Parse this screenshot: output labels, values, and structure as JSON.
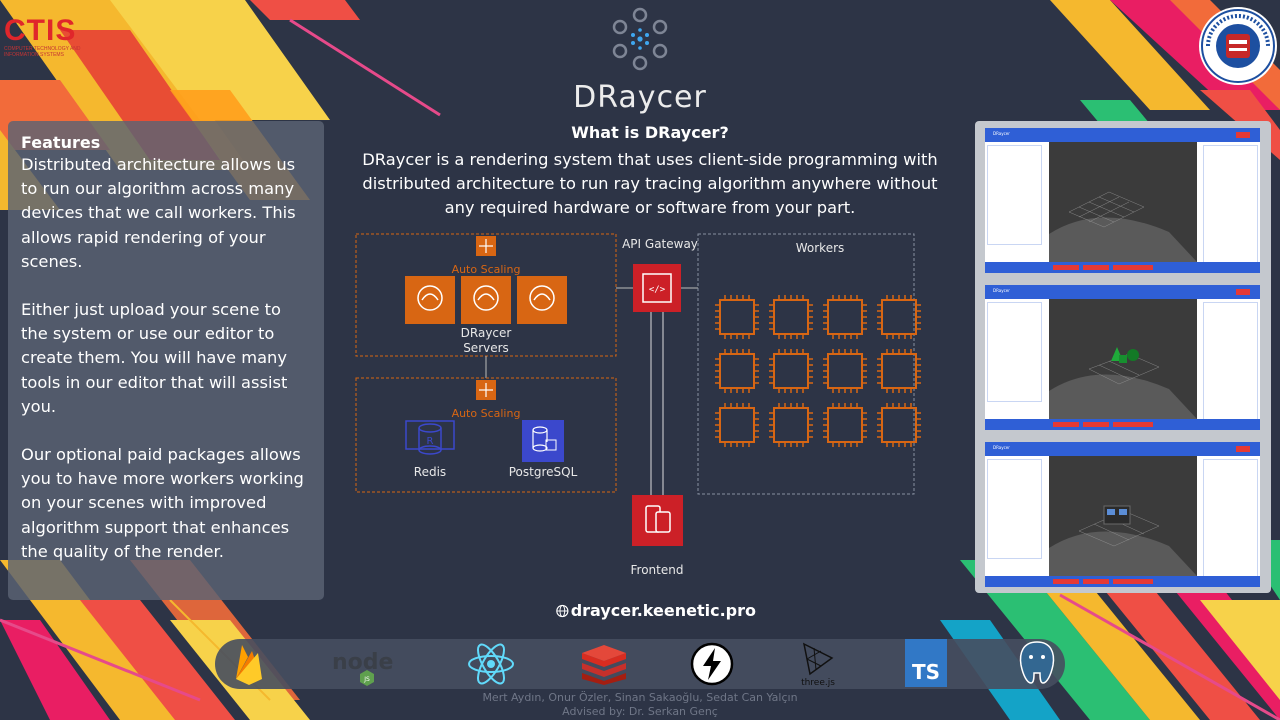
{
  "header": {
    "ctis_logo_text": "CTIS",
    "ctis_logo_subtitle": "COMPUTER TECHNOLOGY AND INFORMATION SYSTEMS",
    "brand_name": "DRaycer",
    "university_seal_text": "İhsan Doğramacı Bilkent University 1984"
  },
  "features": {
    "title": "Features",
    "paragraphs": [
      "Distributed architecture allows us to run our algorithm across many devices that we call workers. This allows rapid rendering of your scenes.",
      "Either just upload your scene to the system or use our editor to create them. You will have many tools in our editor that will assist you.",
      "Our optional paid packages allows you to have more workers working on your scenes with improved algorithm support that enhances the quality of the render."
    ]
  },
  "about": {
    "title": "What is DRaycer?",
    "description": "DRaycer is a rendering system that uses client-side programming with distributed architecture to run ray tracing algorithm anywhere without any required hardware or software from your part."
  },
  "diagram": {
    "auto_scaling_top": "Auto Scaling",
    "servers_label_1": "DRaycer",
    "servers_label_2": "Servers",
    "auto_scaling_bottom": "Auto Scaling",
    "redis_label": "Redis",
    "postgres_label": "PostgreSQL",
    "api_gateway_label": "API Gateway",
    "workers_label": "Workers",
    "frontend_label": "Frontend",
    "worker_count": 12,
    "server_count": 3
  },
  "website": "draycer.keenetic.pro",
  "tech_stack": [
    "firebase-icon",
    "nodejs-icon",
    "react-icon",
    "redis-icon",
    "socketio-icon",
    "threejs-icon",
    "typescript-icon",
    "postgresql-icon"
  ],
  "tech_labels": {
    "node": "node",
    "three": "three.js",
    "ts": "TS"
  },
  "credits": {
    "authors": "Mert Aydın, Onur Özler, Sinan Sakaoğlu, Sedat Can Yalçın",
    "advisor": "Advised by: Dr. Serkan Genç"
  },
  "screenshots": {
    "app_brand": "DRaycer",
    "count": 3
  },
  "colors": {
    "background": "#2d3446",
    "aws_orange": "#d86613",
    "aws_red": "#cc2027",
    "ctis_red": "#e0262b",
    "accent_blue": "#2f5fd6"
  }
}
